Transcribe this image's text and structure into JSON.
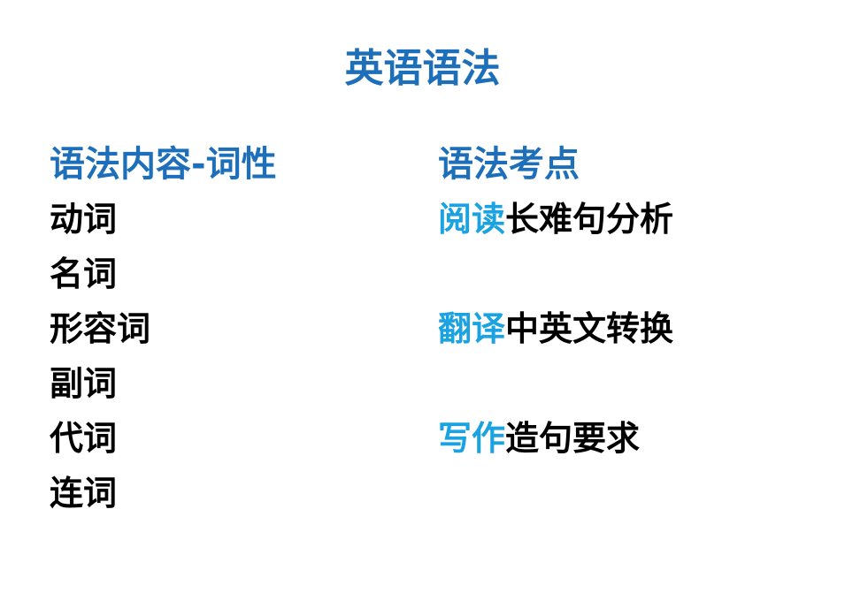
{
  "title": "英语语法",
  "left": {
    "heading": "语法内容-词性",
    "items": [
      "动词",
      "名词",
      "形容词",
      "副词",
      "代词",
      "连词"
    ]
  },
  "right": {
    "heading": "语法考点",
    "rows": [
      {
        "skill": "阅读",
        "focus": "长难句分析"
      },
      {
        "skill": "翻译",
        "focus": "中英文转换"
      },
      {
        "skill": "写作",
        "focus": "造句要求"
      }
    ]
  },
  "colors": {
    "heading": "#1e6fba",
    "accent": "#1aa3e0",
    "text": "#000000"
  }
}
